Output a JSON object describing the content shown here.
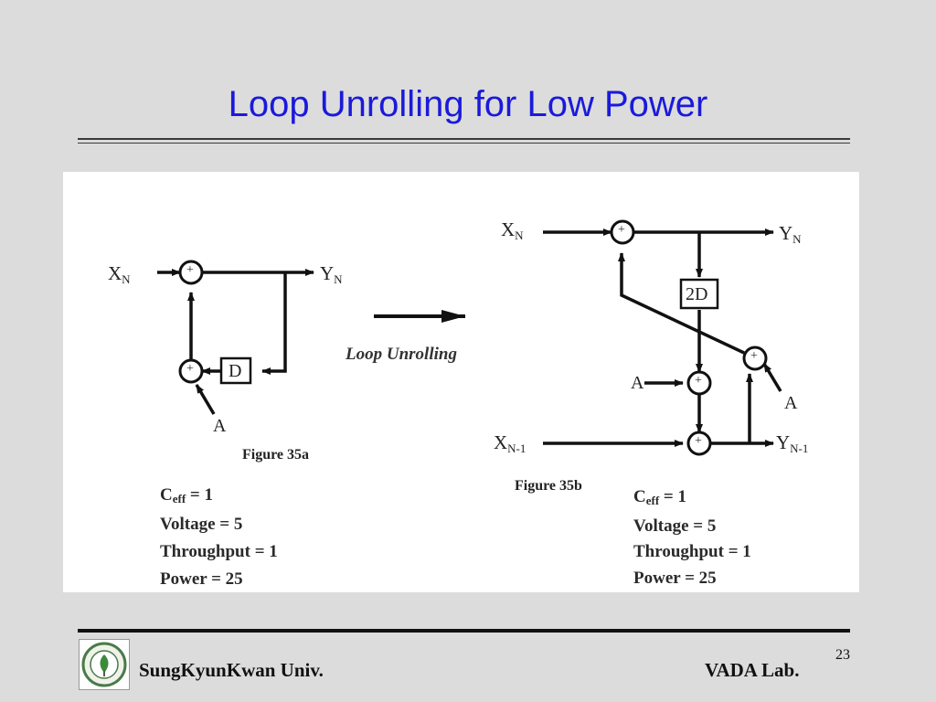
{
  "slide": {
    "title": "Loop Unrolling for Low Power",
    "page_number": "23"
  },
  "figure_a": {
    "caption": "Figure 35a",
    "input_label": "X",
    "input_sub": "N",
    "output_label": "Y",
    "output_sub": "N",
    "delay_label": "D",
    "coef_label": "A",
    "adder_symbol": "+",
    "stats": [
      {
        "name": "C",
        "sub": "eff",
        "value": " = 1"
      },
      {
        "name": "Voltage",
        "sub": "",
        "value": " = 5"
      },
      {
        "name": "Throughput",
        "sub": "",
        "value": " = 1"
      },
      {
        "name": "Power",
        "sub": "",
        "value": " = 25"
      }
    ]
  },
  "transform": {
    "label": "Loop Unrolling"
  },
  "figure_b": {
    "caption": "Figure 35b",
    "input1_label": "X",
    "input1_sub": "N",
    "output1_label": "Y",
    "output1_sub": "N",
    "input2_label": "X",
    "input2_sub": "N-1",
    "output2_label": "Y",
    "output2_sub": "N-1",
    "delay_label": "2D",
    "coef_label_1": "A",
    "coef_label_2": "A",
    "adder_symbol": "+",
    "stats": [
      {
        "name": "C",
        "sub": "eff",
        "value": " = 1"
      },
      {
        "name": "Voltage",
        "sub": "",
        "value": " = 5"
      },
      {
        "name": "Throughput",
        "sub": "",
        "value": " = 1"
      },
      {
        "name": "Power",
        "sub": "",
        "value": " = 25"
      }
    ]
  },
  "footer": {
    "left": "SungKyunKwan Univ.",
    "right": "VADA Lab.",
    "logo": "university-seal-logo"
  }
}
